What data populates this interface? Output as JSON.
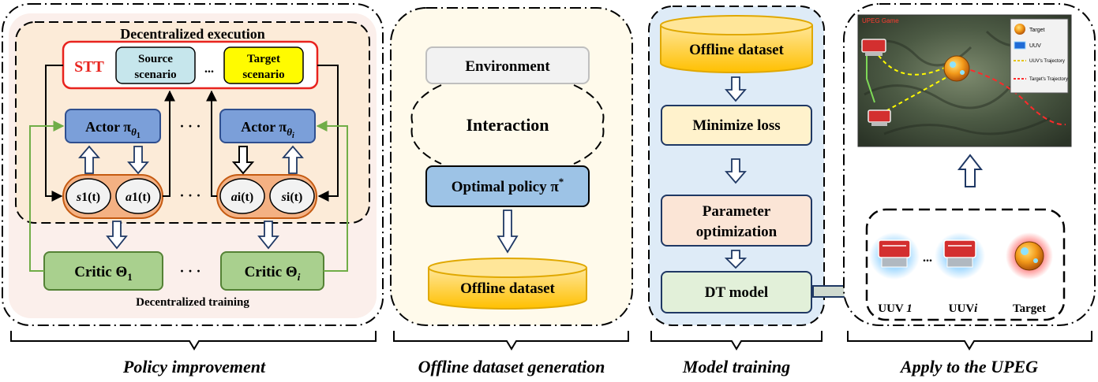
{
  "policy_improvement": {
    "execution_title": "Decentralized execution",
    "stt_label": "STT",
    "source_scenario": [
      "Source",
      "scenario"
    ],
    "ellipsis": "...",
    "target_scenario": [
      "Target",
      "scenario"
    ],
    "actor_1": "Actor π",
    "actor_1_sub": "θ",
    "actor_1_subsub": "1",
    "actor_i": "Actor π",
    "actor_i_sub": "θ",
    "actor_i_subsub": "i",
    "dots": "· · ·",
    "s1": "s",
    "s1_rest": "1(t)",
    "a1": "a",
    "a1_rest": "1(t)",
    "ai": "a",
    "ai_rest": "i(t)",
    "si": "s",
    "si_rest": "i(t)",
    "critic_1": "Critic Θ",
    "critic_1_sub": "1",
    "critic_i": "Critic Θ",
    "critic_i_sub": "i",
    "training_title": "Decentralized training",
    "caption": "Policy improvement"
  },
  "offline_generation": {
    "environment": "Environment",
    "interaction": "Interaction",
    "optimal_policy": "Optimal policy π",
    "optimal_policy_sup": "*",
    "offline_dataset": "Offline dataset",
    "caption": "Offline dataset generation"
  },
  "model_training": {
    "offline_dataset": "Offline dataset",
    "minimize_loss": "Minimize loss",
    "parameter_optimization": [
      "Parameter",
      "optimization"
    ],
    "dt_model": "DT model",
    "caption": "Model training"
  },
  "apply": {
    "game_title": "UPEG Game",
    "legend": [
      "Target",
      "UUV",
      "UUV's Trajectory",
      "Target's Trajectory"
    ],
    "uuv_1": "UUV ",
    "uuv_1_idx": "1",
    "uuv_i": "UUV",
    "uuv_i_idx": "i",
    "target": "Target",
    "caption": "Apply to the UPEG"
  },
  "colors": {
    "stt_red": "#e8231e",
    "source_fill": "#c6e6ec",
    "target_fill": "#fffb00",
    "actor_fill": "#7b9fd9",
    "critic_fill": "#a9d08e",
    "state_fill": "#f4b183",
    "optimal_fill": "#9dc3e6",
    "dataset_fill": "#ffd966",
    "loss_fill": "#fff2cc",
    "param_fill": "#fbe5d6",
    "dt_fill": "#e2f0d9",
    "training_panel": "#deebf7"
  }
}
